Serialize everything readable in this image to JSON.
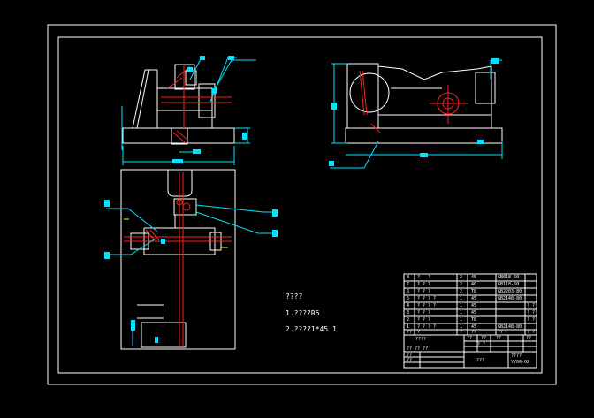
{
  "notes": {
    "title": "????",
    "line1": "1.????R5",
    "line2": "2.????1*45 1"
  },
  "parts_table": {
    "rows": [
      {
        "no": "8",
        "name": "?   ?",
        "qty": "2",
        "mat": "45",
        "std": "GB818-60",
        "note": ""
      },
      {
        "no": "7",
        "name": "? ? ?",
        "qty": "2",
        "mat": "40",
        "std": "GB118-60",
        "note": ""
      },
      {
        "no": "6",
        "name": "? ? ?",
        "qty": "2",
        "mat": "T8",
        "std": "GB2203-80",
        "note": ""
      },
      {
        "no": "5",
        "name": "? ? ? ?",
        "qty": "1",
        "mat": "45",
        "std": "GB2148-80",
        "note": ""
      },
      {
        "no": "4",
        "name": "? ? ? ?",
        "qty": "1",
        "mat": "45",
        "std": "",
        "note": "? ?"
      },
      {
        "no": "3",
        "name": "? ? ?",
        "qty": "1",
        "mat": "45",
        "std": "",
        "note": "? ?"
      },
      {
        "no": "2",
        "name": "? ? ?",
        "qty": "1",
        "mat": "T8",
        "std": "",
        "note": "? ?"
      },
      {
        "no": "1",
        "name": "? ? ? ?",
        "qty": "1",
        "mat": "45",
        "std": "GB2148-80",
        "note": ""
      }
    ],
    "header": {
      "no": "??",
      "name": "?",
      "qty": "?",
      "mat": "??",
      "std": "??",
      "note": "? ?"
    }
  },
  "title_block": {
    "drawing_name": "????",
    "col_a": "??",
    "col_b": "??",
    "col_c": "??",
    "col_d": "??",
    "scale_label": "? ?",
    "row2": "?? ?? ??",
    "designer": "??",
    "checker": "??",
    "center": "???",
    "code_top": "????",
    "code": "YY06-02"
  },
  "colors": {
    "white": "#ffffff",
    "red": "#ff2020",
    "cyan": "#00e5ff",
    "yellow": "#ffff00",
    "green": "#00ff00"
  }
}
